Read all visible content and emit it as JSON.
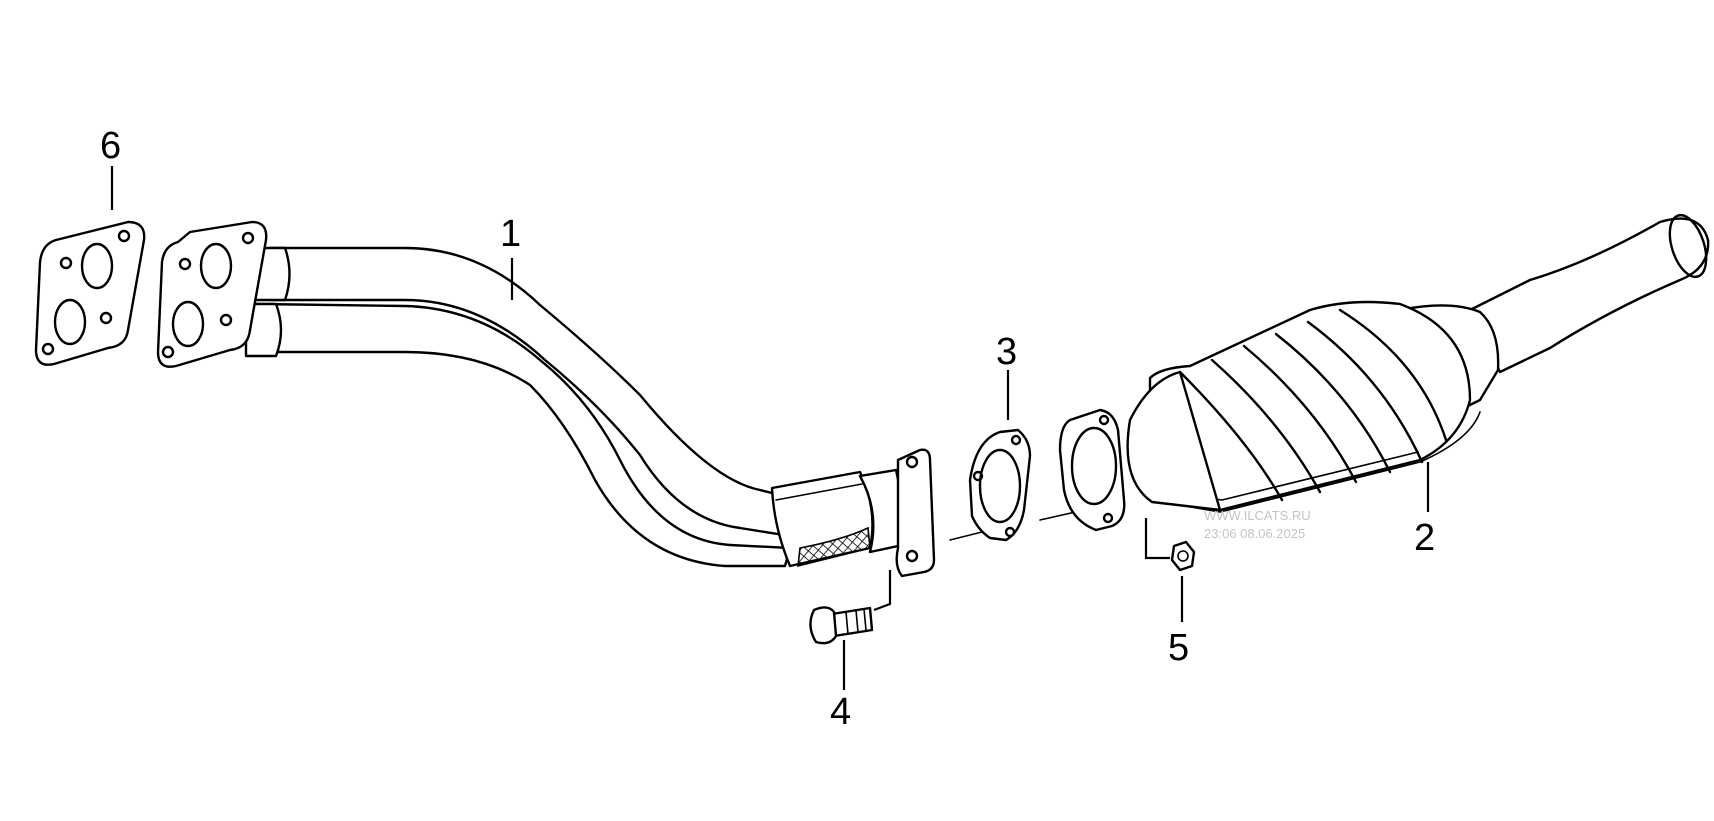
{
  "diagram": {
    "parts": [
      {
        "id": "front-pipe",
        "callout": "1"
      },
      {
        "id": "catalytic-converter",
        "callout": "2"
      },
      {
        "id": "flange-gasket",
        "callout": "3"
      },
      {
        "id": "bolt",
        "callout": "4"
      },
      {
        "id": "nut",
        "callout": "5"
      },
      {
        "id": "manifold-gasket",
        "callout": "6"
      }
    ],
    "watermark": {
      "line1": "WWW.ILCATS.RU",
      "line2": "23:06 08.06.2025"
    }
  }
}
